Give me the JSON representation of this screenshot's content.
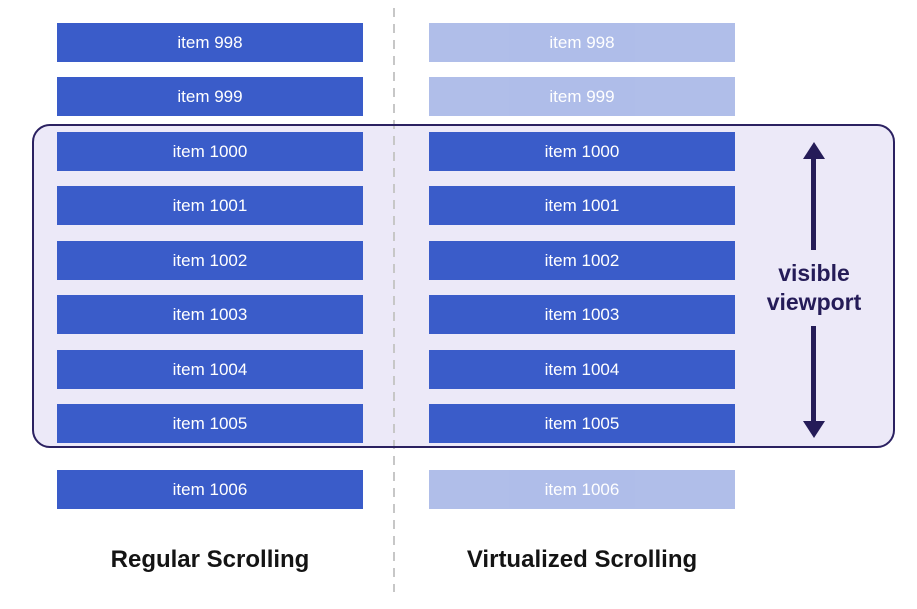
{
  "columns": [
    {
      "caption": "Regular Scrolling",
      "items": [
        {
          "label": "item 998",
          "state": "active"
        },
        {
          "label": "item 999",
          "state": "active"
        },
        {
          "label": "item 1000",
          "state": "active"
        },
        {
          "label": "item 1001",
          "state": "active"
        },
        {
          "label": "item 1002",
          "state": "active"
        },
        {
          "label": "item 1003",
          "state": "active"
        },
        {
          "label": "item 1004",
          "state": "active"
        },
        {
          "label": "item 1005",
          "state": "active"
        },
        {
          "label": "item 1006",
          "state": "active"
        }
      ]
    },
    {
      "caption": "Virtualized Scrolling",
      "items": [
        {
          "label": "item 998",
          "state": "faded"
        },
        {
          "label": "item 999",
          "state": "faded"
        },
        {
          "label": "item 1000",
          "state": "active"
        },
        {
          "label": "item 1001",
          "state": "active"
        },
        {
          "label": "item 1002",
          "state": "active"
        },
        {
          "label": "item 1003",
          "state": "active"
        },
        {
          "label": "item 1004",
          "state": "active"
        },
        {
          "label": "item 1005",
          "state": "active"
        },
        {
          "label": "item 1006",
          "state": "faded"
        }
      ]
    }
  ],
  "viewport": {
    "label": "visible viewport"
  },
  "colors": {
    "item_active": "#3a5cc9",
    "item_faded": "#b3c0e9",
    "item_text": "#ffffff",
    "viewport_fill": "#ece9f8",
    "viewport_border": "#2b2161",
    "arrow": "#251c58",
    "divider": "#c7c7c7",
    "caption_text": "#141414"
  }
}
